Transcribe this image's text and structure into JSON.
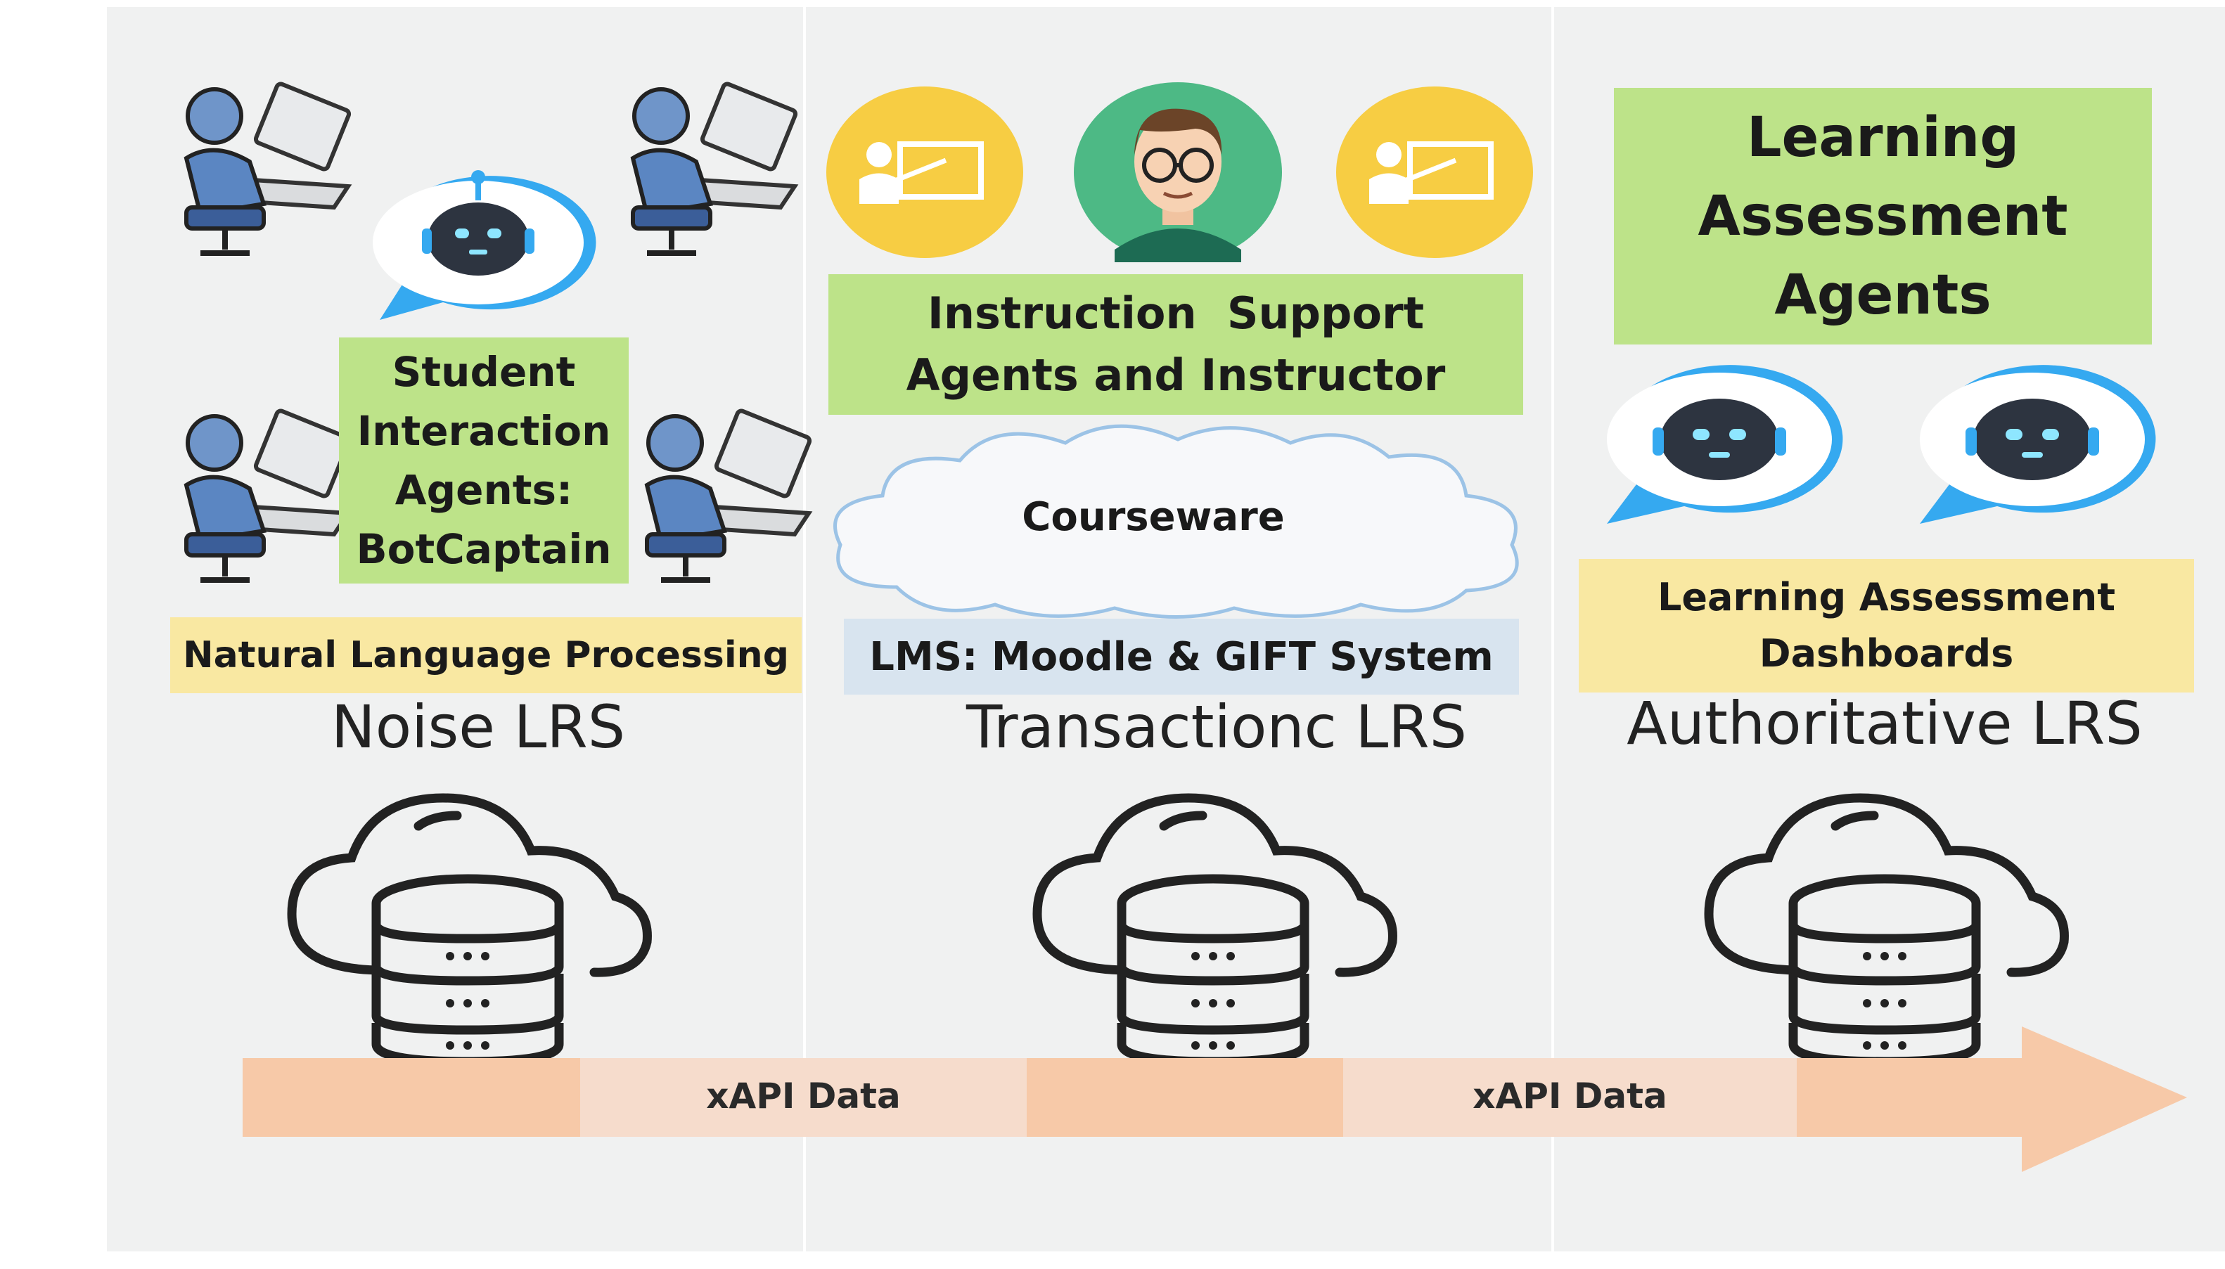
{
  "columns": [
    {
      "agent_label": "Student Interaction Agents: BotCaptain",
      "agent_label_lines": [
        "Student",
        "Interaction",
        "Agents:",
        "BotCaptain"
      ],
      "tech_label": "Natural Language Processing",
      "lrs_title": "Noise LRS"
    },
    {
      "agent_label": "Instruction Support Agents and Instructor",
      "agent_label_lines": [
        "Instruction  Support",
        "Agents and Instructor"
      ],
      "cloud_label": "Courseware",
      "tech_label": "LMS: Moodle & GIFT System",
      "lrs_title": "Transactionc LRS"
    },
    {
      "agent_label": "Learning Assessment Agents",
      "agent_label_lines": [
        "Learning",
        "Assessment",
        "Agents"
      ],
      "tech_label": "Learning Assessment Dashboards",
      "tech_label_lines": [
        "Learning Assessment",
        "Dashboards"
      ],
      "lrs_title": "Authoritative LRS"
    }
  ],
  "flow": {
    "labels": [
      "xAPI Data",
      "xAPI Data"
    ]
  },
  "colors": {
    "panel": "#f0f1f1",
    "label_green": "#bde389",
    "label_yellow": "#f9e8a2",
    "label_blue": "#d8e4ef",
    "bot_ring": "#35a9f0",
    "avatar_yellow": "#f7cd43",
    "avatar_green": "#4db985",
    "arrow_strong": "#f7c9a8",
    "arrow_light": "#f6dccc"
  },
  "icons": [
    "user-at-laptop-icon",
    "chatbot-icon",
    "teacher-board-icon",
    "instructor-avatar-icon",
    "cloud-icon",
    "cloud-database-icon",
    "arrow-icon"
  ]
}
